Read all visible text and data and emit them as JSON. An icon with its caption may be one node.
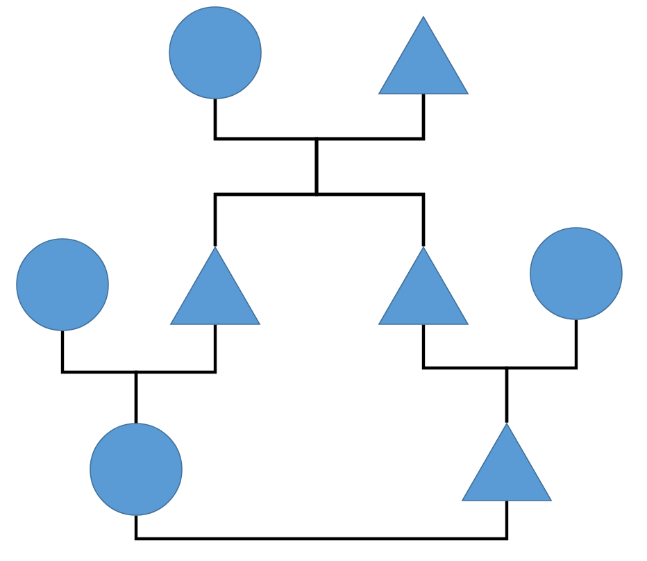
{
  "diagram": {
    "nodes": [
      {
        "text": [],
        "shape": "circle"
      },
      {
        "text": [],
        "shape": "triangle"
      },
      {
        "text": [],
        "shape": "circle"
      },
      {
        "text": [],
        "shape": "triangle"
      },
      {
        "text": [],
        "shape": "triangle"
      },
      {
        "text": [],
        "shape": "circle"
      },
      {
        "text": [],
        "shape": "circle"
      },
      {
        "text": [],
        "shape": "triangle"
      }
    ],
    "edges": [
      {
        "from": 0,
        "to": 3,
        "arrow": "none"
      },
      {
        "from": 0,
        "to": 4,
        "arrow": "none"
      },
      {
        "from": 1,
        "to": 3,
        "arrow": "none"
      },
      {
        "from": 1,
        "to": 4,
        "arrow": "none"
      },
      {
        "from": 2,
        "to": 6,
        "arrow": "none"
      },
      {
        "from": 3,
        "to": 6,
        "arrow": "none"
      },
      {
        "from": 4,
        "to": 7,
        "arrow": "none"
      },
      {
        "from": 5,
        "to": 7,
        "arrow": "none"
      },
      {
        "from": 6,
        "to": 7,
        "arrow": "none"
      }
    ]
  }
}
